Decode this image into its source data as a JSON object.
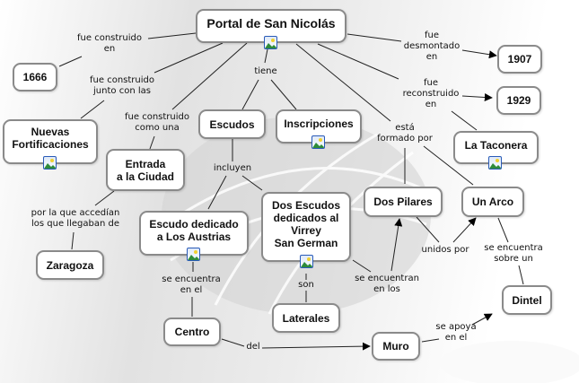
{
  "diagram": {
    "type": "concept-map",
    "nodes": {
      "portal": {
        "text": "Portal de San Nicolás",
        "has_image": true
      },
      "y1666": {
        "text": "1666"
      },
      "y1907": {
        "text": "1907"
      },
      "y1929": {
        "text": "1929"
      },
      "nuevas": {
        "text": "Nuevas\nFortificaciones",
        "has_image": true
      },
      "entrada": {
        "text": "Entrada\na la Ciudad"
      },
      "escudos": {
        "text": "Escudos"
      },
      "inscripciones": {
        "text": "Inscripciones",
        "has_image": true
      },
      "taconera": {
        "text": "La Taconera",
        "has_image": true
      },
      "zaragoza": {
        "text": "Zaragoza"
      },
      "austrias": {
        "text": "Escudo dedicado\na Los Austrias",
        "has_image": true
      },
      "sangerman": {
        "text": "Dos Escudos\ndedicados al\nVirrey\nSan German",
        "has_image": true
      },
      "pilares": {
        "text": "Dos Pilares"
      },
      "arco": {
        "text": "Un Arco"
      },
      "dintel": {
        "text": "Dintel"
      },
      "laterales": {
        "text": "Laterales"
      },
      "centro": {
        "text": "Centro"
      },
      "muro": {
        "text": "Muro"
      }
    },
    "link_labels": {
      "construido_en": "fue construido\nen",
      "junto_con": "fue construido\njunto con las",
      "como_una": "fue construido\ncomo  una",
      "tiene": "tiene",
      "desmontado": "fue\ndesmontado\nen",
      "reconstruido": "fue\nreconstruido\nen",
      "formado_por": "está\nformado por",
      "incluyen": "incluyen",
      "accedian": "por la que accedían\nlos que llegaban de",
      "encuentra_en_el": "se encuentra\nen el",
      "son": "son",
      "encuentran_en_los": "se encuentran\nen los",
      "unidos_por": "unidos por",
      "sobre_un": "se encuentra\nsobre un",
      "del": "del",
      "apoya": "se apoya\nen el"
    }
  }
}
